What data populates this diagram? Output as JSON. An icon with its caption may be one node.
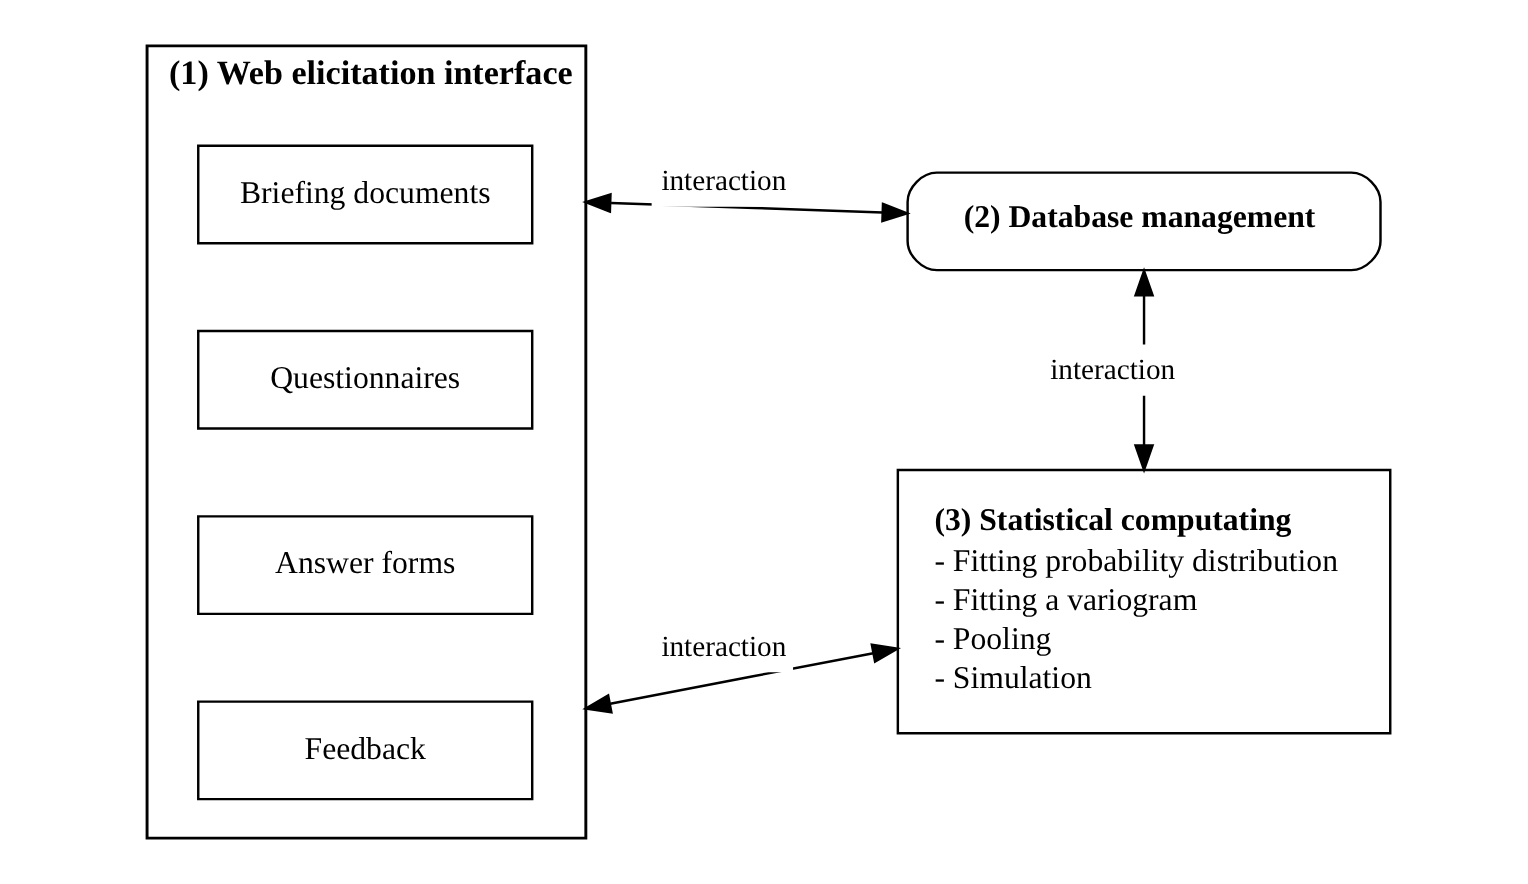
{
  "diagram": {
    "nodes": [
      {
        "text": [
          "(1) Web elicitation interface"
        ]
      },
      {
        "text": [
          "Briefing documents"
        ],
        "in": 0
      },
      {
        "text": [
          "Questionnaires"
        ],
        "in": 0
      },
      {
        "text": [
          "Answer forms"
        ],
        "in": 0
      },
      {
        "text": [
          "Feedback"
        ],
        "in": 0
      },
      {
        "text": [
          "(2) Database management"
        ]
      },
      {
        "text": [
          "(3) Statistical computating",
          "- Fitting probability distribution",
          "- Fitting a variogram",
          "- Pooling",
          "- Simulation"
        ]
      }
    ],
    "edges": [
      {
        "from": 0,
        "to": 5,
        "arrow": "both",
        "label": "interaction"
      },
      {
        "from": 5,
        "to": 6,
        "arrow": "both",
        "label": "interaction"
      },
      {
        "from": 0,
        "to": 6,
        "arrow": "both",
        "label": "interaction"
      }
    ]
  }
}
